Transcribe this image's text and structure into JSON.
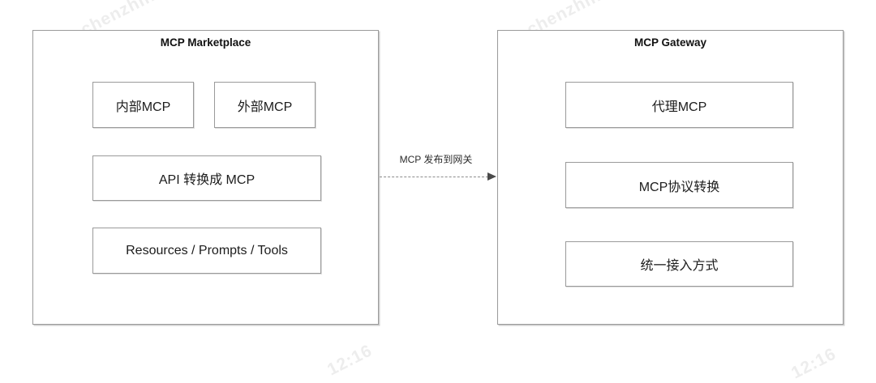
{
  "diagram": {
    "left_group": {
      "title": "MCP Marketplace",
      "nodes": [
        "内部MCP",
        "外部MCP",
        "API 转换成 MCP",
        "Resources / Prompts / Tools"
      ]
    },
    "right_group": {
      "title": "MCP Gateway",
      "nodes": [
        "代理MCP",
        "MCP协议转换",
        "统一接入方式"
      ]
    },
    "connector": {
      "label": "MCP 发布到网关",
      "type": "dashed-arrow",
      "direction": "left-to-right"
    },
    "colors": {
      "background": "#ffffff",
      "box_border": "#9a9a9a",
      "text": "#1c1c1c",
      "arrow": "#4a4a4a",
      "watermark": "#ededed"
    },
    "watermarks": [
      "chenzhihui@b",
      "chenzhihui@b",
      "12:16",
      "12:16"
    ]
  }
}
